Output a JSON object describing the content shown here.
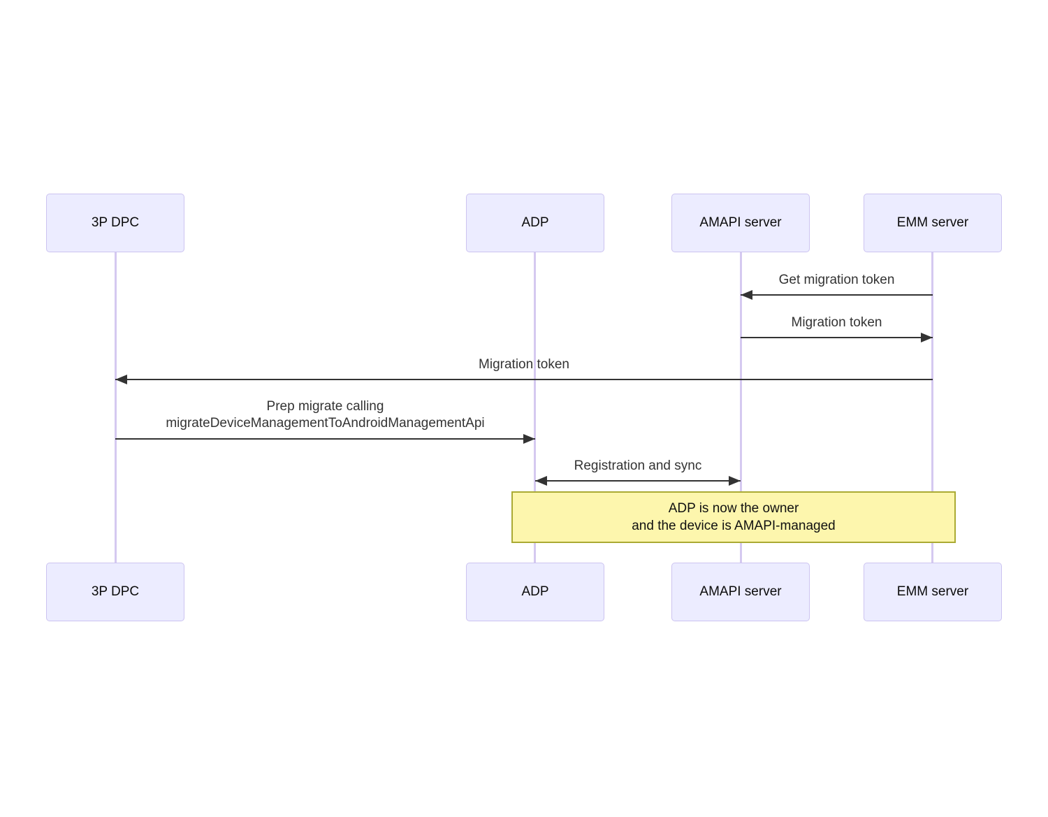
{
  "diagram_type": "sequence",
  "colors": {
    "background": "#ffffff",
    "actor_fill": "#ececff",
    "actor_border": "#ccc3f0",
    "lifeline": "#d5c9f0",
    "arrow": "#333333",
    "message_text": "#333333",
    "note_fill": "#fdf6ad",
    "note_border": "#aaaa33"
  },
  "actors": [
    {
      "label": "3P DPC"
    },
    {
      "label": "ADP"
    },
    {
      "label": "AMAPI server"
    },
    {
      "label": "EMM server"
    }
  ],
  "messages": [
    {
      "label": "Get migration token",
      "from": "EMM server",
      "to": "AMAPI server",
      "arrow": "left"
    },
    {
      "label": "Migration token",
      "from": "AMAPI server",
      "to": "EMM server",
      "arrow": "right"
    },
    {
      "label": "Migration token",
      "from": "EMM server",
      "to": "3P DPC",
      "arrow": "left"
    },
    {
      "lines": [
        "Prep migrate calling",
        "migrateDeviceManagementToAndroidManagementApi"
      ],
      "from": "3P DPC",
      "to": "ADP",
      "arrow": "right"
    },
    {
      "label": "Registration and sync",
      "from": "ADP",
      "to": "AMAPI server",
      "arrow": "both"
    }
  ],
  "note": {
    "lines": [
      "ADP is now the owner",
      "and the device is AMAPI-managed"
    ],
    "spans": "ADP to EMM server"
  }
}
